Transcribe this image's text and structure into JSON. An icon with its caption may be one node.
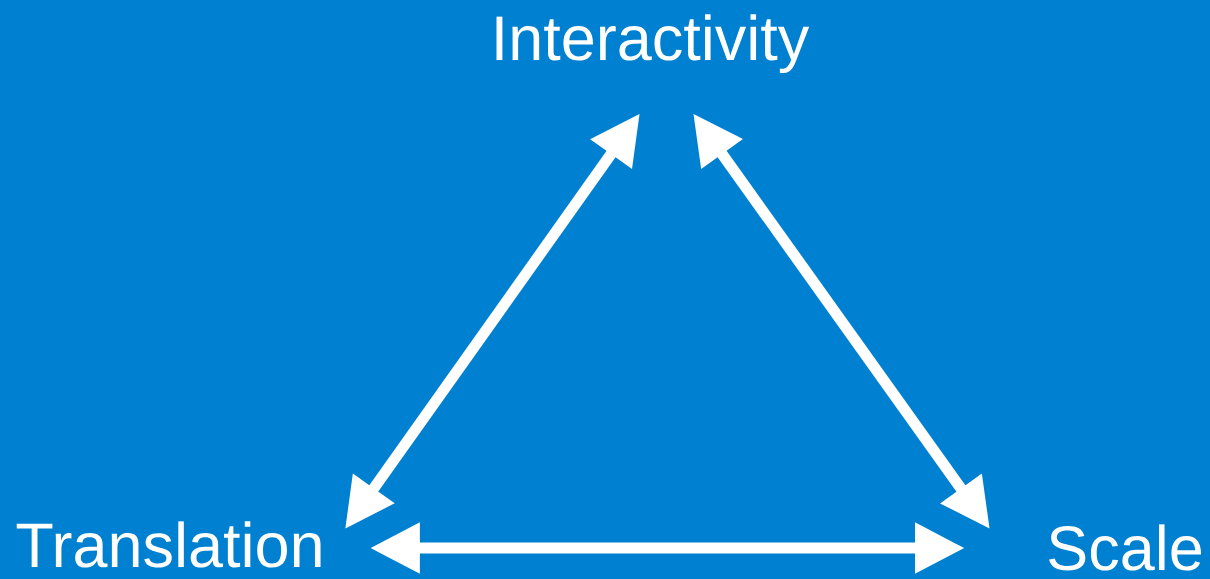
{
  "diagram": {
    "nodes": [
      {
        "text": [
          "Interactivity"
        ]
      },
      {
        "text": [
          "Translation"
        ]
      },
      {
        "text": [
          "Scale"
        ]
      }
    ],
    "edges": [
      {
        "from": 0,
        "to": 1,
        "arrow": "both"
      },
      {
        "from": 0,
        "to": 2,
        "arrow": "both"
      },
      {
        "from": 1,
        "to": 2,
        "arrow": "both"
      }
    ]
  }
}
